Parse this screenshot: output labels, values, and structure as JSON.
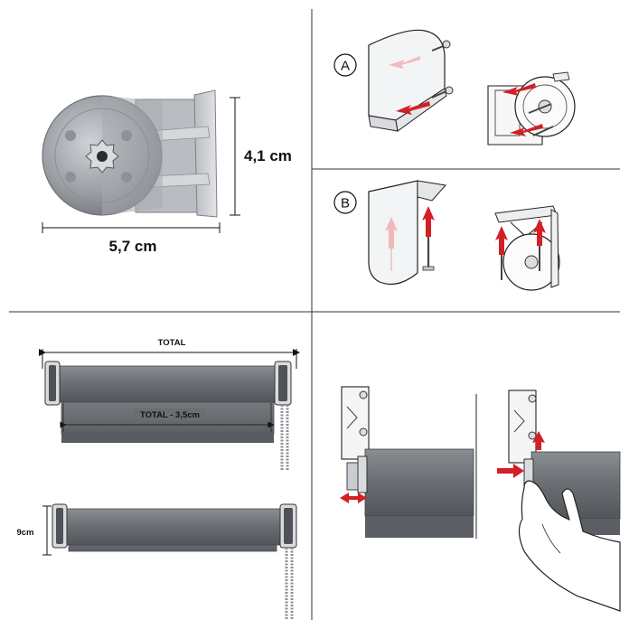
{
  "dimensions": {
    "width_label": "5,7 cm",
    "height_label": "4,1 cm",
    "total_label": "TOTAL",
    "fabric_label": "TOTAL - 3,5cm",
    "height_9_label": "9cm"
  },
  "steps": {
    "a_label": "A",
    "b_label": "B"
  },
  "colors": {
    "arrow": "#d31f26",
    "roller": "#6f7378",
    "fabric": "#5e6368",
    "bracket": "#c9ccd1",
    "line": "#222222"
  }
}
